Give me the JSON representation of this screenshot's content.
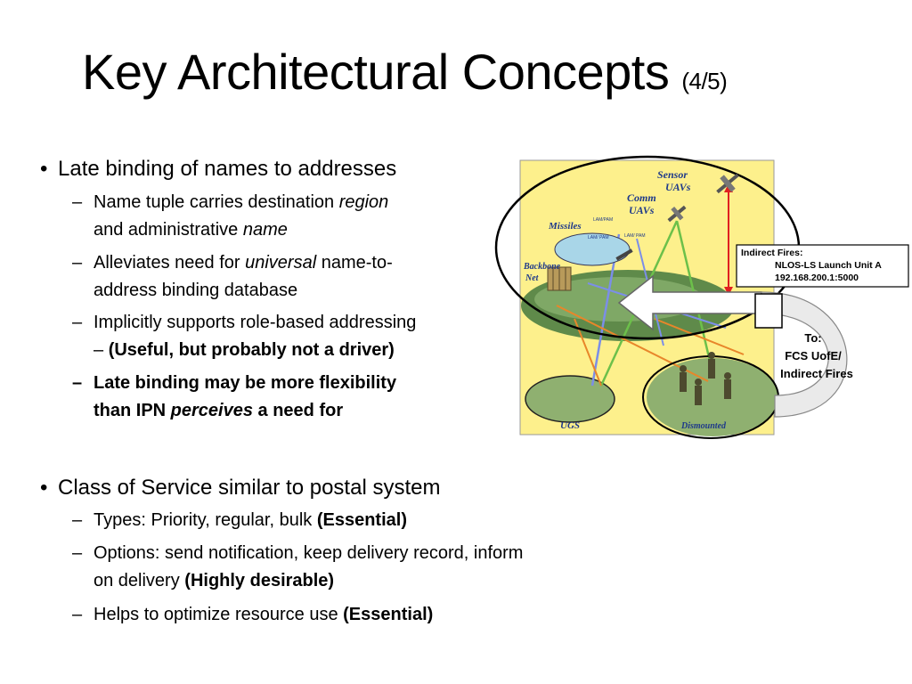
{
  "title": {
    "main": "Key Architectural Concepts",
    "sub": "(4/5)"
  },
  "bullets": {
    "b1": {
      "text": "Late binding of names to addresses",
      "s1": {
        "a": "Name tuple carries destination ",
        "b": "region",
        "c": "and administrative ",
        "d": "name"
      },
      "s2": {
        "a": "Alleviates need for ",
        "b": "universal",
        "c": " name-to-",
        "d": "address binding database"
      },
      "s3": {
        "a": "Implicitly supports role-based addressing",
        "b": "– ",
        "c": "(Useful, but probably not a driver)"
      },
      "s4": {
        "a": "Late binding may be more flexibility",
        "b": "than IPN ",
        "c": "perceives",
        "d": " a need for"
      }
    },
    "b2": {
      "text": "Class of Service similar to postal system",
      "s1": {
        "a": "Types:  Priority, regular, bulk ",
        "b": "(Essential)"
      },
      "s2": {
        "a": "Options: send notification, keep delivery record, inform",
        "b": "on delivery ",
        "c": "(Highly desirable)"
      },
      "s3": {
        "a": "Helps to optimize resource use ",
        "b": "(Essential)"
      }
    },
    "bullet_char": "•",
    "dash_char": "–"
  },
  "figure": {
    "sensor_uavs": {
      "l1": "Sensor",
      "l2": "UAVs"
    },
    "comm_uavs": {
      "l1": "Comm",
      "l2": "UAVs"
    },
    "missiles": "Missiles",
    "lam_pam_1": "LAM/PAM",
    "lam_pam_2": "LAM/ PAM",
    "lam_pam_3": "LAM/ PAM",
    "backbone": {
      "l1": "Backbone",
      "l2": "Net"
    },
    "ugs": "UGS",
    "dismounted": "Dismounted",
    "indirect_box": {
      "l1": "Indirect Fires:",
      "l2": "NLOS-LS Launch Unit A",
      "l3": "192.168.200.1:5000"
    },
    "to_label": {
      "l1": "To:",
      "l2": "FCS UofE/",
      "l3": "Indirect Fires"
    },
    "colors": {
      "panel": "#fdf08c",
      "network": "#7aa35a",
      "orange_link": "#e8862a",
      "green_link": "#6cc04a",
      "blue_link": "#7b8ee8",
      "red_arrow": "#e02020",
      "label_blue": "#1f3a8a"
    }
  }
}
